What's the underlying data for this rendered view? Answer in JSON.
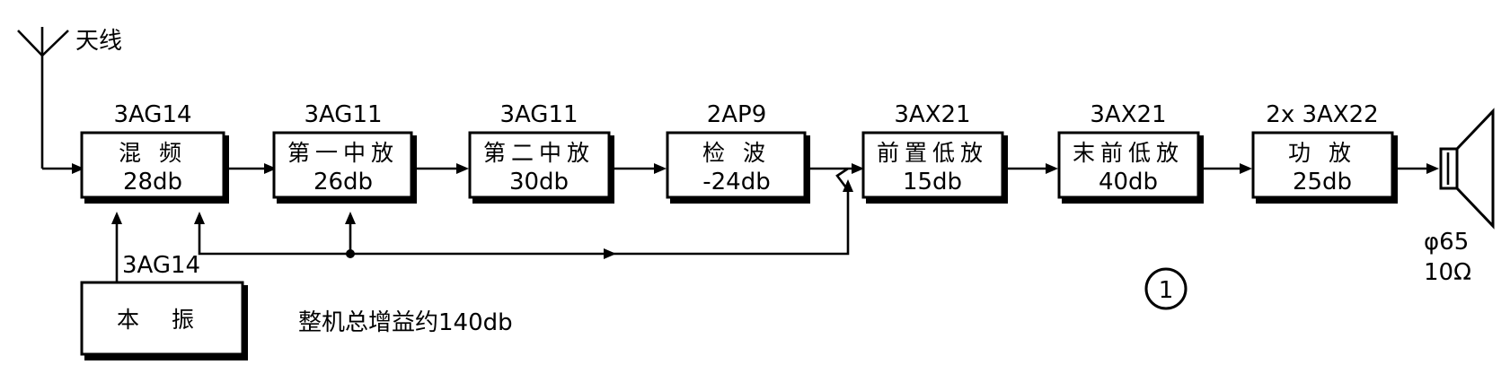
{
  "antenna": {
    "label": "天线"
  },
  "blocks": [
    {
      "id": "mixer",
      "part": "3AG14",
      "name": "混 频",
      "gain": "28db"
    },
    {
      "id": "if1",
      "part": "3AG11",
      "name": "第一中放",
      "gain": "26db"
    },
    {
      "id": "if2",
      "part": "3AG11",
      "name": "第二中放",
      "gain": "30db"
    },
    {
      "id": "detector",
      "part": "2AP9",
      "name": "检 波",
      "gain": "-24db"
    },
    {
      "id": "preamp",
      "part": "3AX21",
      "name": "前置低放",
      "gain": "15db"
    },
    {
      "id": "driver",
      "part": "3AX21",
      "name": "末前低放",
      "gain": "40db"
    },
    {
      "id": "power",
      "part": "2x 3AX22",
      "name": "功 放",
      "gain": "25db"
    }
  ],
  "oscillator": {
    "part": "3AG14",
    "name": "本 振"
  },
  "total_gain": "整机总增益约140db",
  "speaker": {
    "size": "φ65",
    "impedance": "10Ω"
  },
  "figure_number": "1"
}
